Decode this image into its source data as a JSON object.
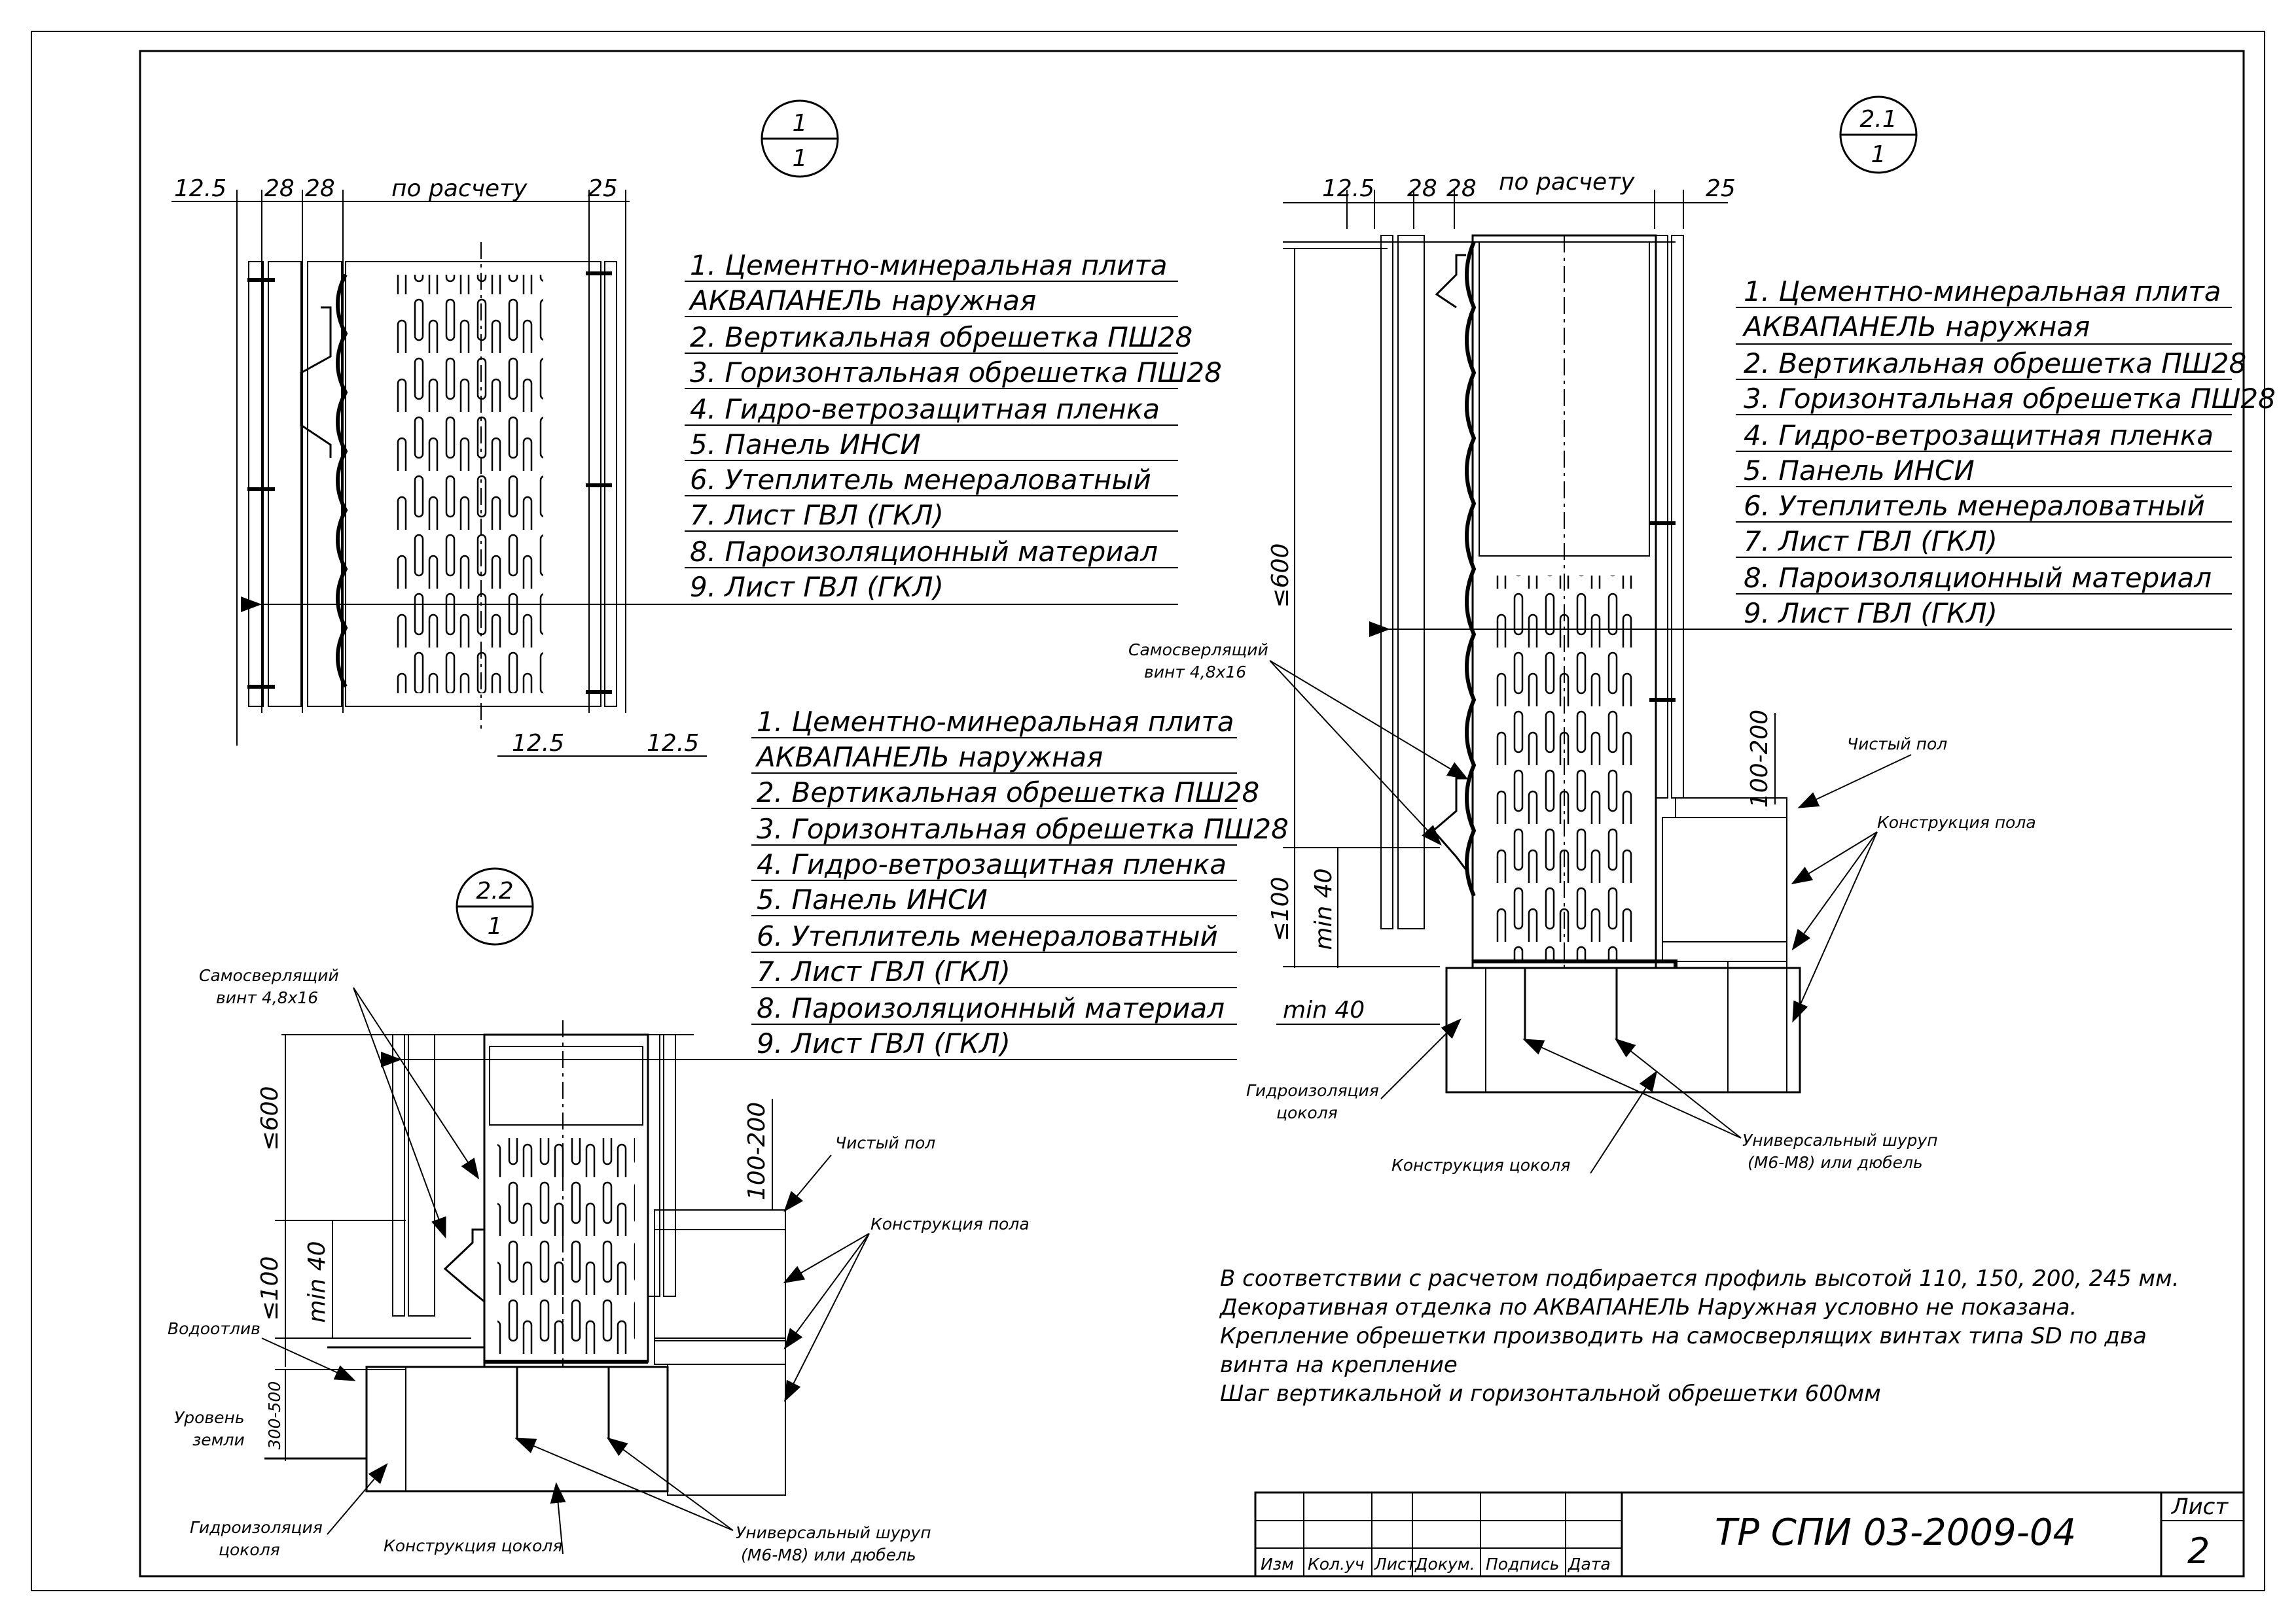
{
  "sheet": {
    "doc_code": "ТР СПИ 03-2009-04",
    "sheet_label": "Лист",
    "sheet_number": "2",
    "stamp_labels": [
      "Изм",
      "Кол.уч",
      "Лист",
      "Докум.",
      "Подпись",
      "Дата"
    ]
  },
  "section_marks": [
    {
      "top": "1",
      "bottom": "1"
    },
    {
      "top": "2.1",
      "bottom": "1"
    },
    {
      "top": "2.2",
      "bottom": "1"
    }
  ],
  "layers": [
    "1. Цементно-минеральная плита",
    "АКВАПАНЕЛЬ наружная",
    "2. Вертикальная обрешетка ПШ28",
    "3. Горизонтальная обрешетка ПШ28",
    "4. Гидро-ветрозащитная пленка",
    "5. Панель ИНСИ",
    "6. Утеплитель менераловатный",
    "7. Лист ГВЛ (ГКЛ)",
    "8. Пароизоляционный материал",
    "9. Лист ГВЛ (ГКЛ)"
  ],
  "dimensions": {
    "d12_5": "12.5",
    "d28": "28",
    "by_calc": "по расчету",
    "d25": "25",
    "le600": "≤600",
    "le100": "≤100",
    "min40": "min 40",
    "d100_200": "100-200",
    "d300_500": "300-500"
  },
  "labels": {
    "screw_1": "Самосверлящий",
    "screw_2": "винт 4,8х16",
    "clean_floor": "Чистый пол",
    "floor_structure": "Конструкция пола",
    "plinth_waterproof_1": "Гидроизоляция",
    "plinth_waterproof_2": "цоколя",
    "plinth_structure": "Конструкция цоколя",
    "univ_screw_1": "Универсальный шуруп",
    "univ_screw_2": "(М6-М8) или дюбель",
    "drip": "Водоотлив",
    "ground_1": "Уровень",
    "ground_2": "земли"
  },
  "notes": [
    "В соответствии с расчетом подбирается профиль высотой 110, 150, 200, 245 мм.",
    "Декоративная отделка по АКВАПАНЕЛЬ Наружная условно не показана.",
    "Крепление обрешетки производить на самосверлящих винтах типа SD по два",
    "винта на крепление",
    "Шаг вертикальной и горизонтальной обрешетки 600мм"
  ]
}
